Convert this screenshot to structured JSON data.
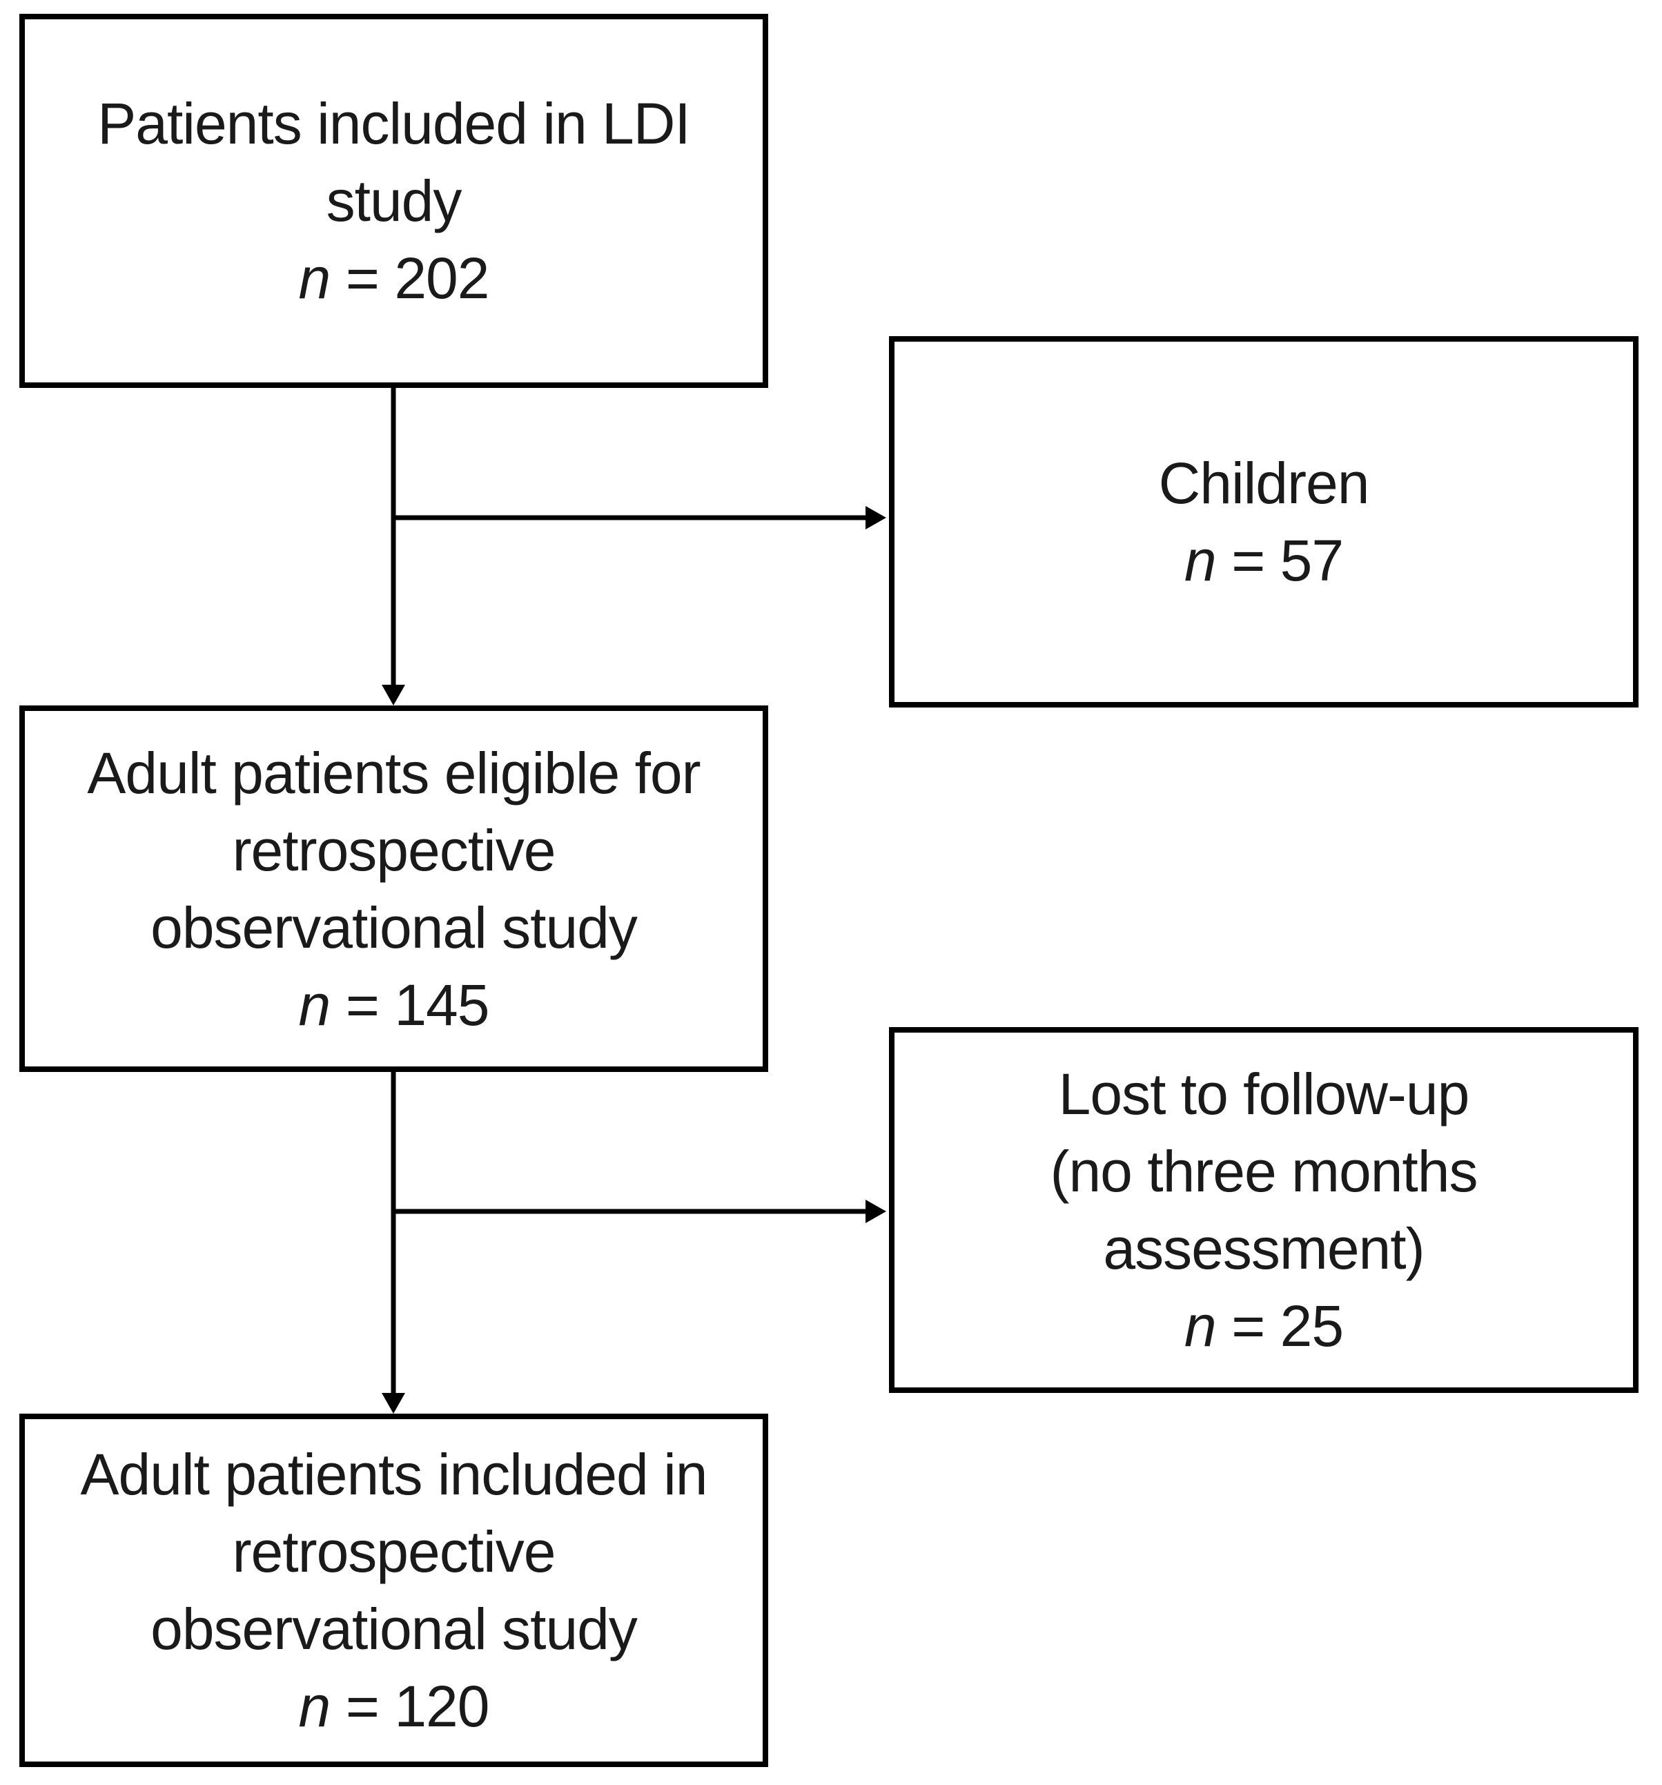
{
  "diagram": {
    "type": "flowchart",
    "colors": {
      "line": "#000000",
      "text": "#1a1a1a",
      "background": "#ffffff"
    },
    "boxes": [
      {
        "id": "ldi-study",
        "lines": [
          "Patients included in LDI",
          "study"
        ],
        "n_italic": "n",
        "n_value": "= 202"
      },
      {
        "id": "children",
        "lines": [
          "Children"
        ],
        "n_italic": "n",
        "n_value": "= 57"
      },
      {
        "id": "eligible",
        "lines": [
          "Adult patients eligible for",
          "retrospective",
          "observational study"
        ],
        "n_italic": "n",
        "n_value": "= 145"
      },
      {
        "id": "lost-to-follow-up",
        "lines": [
          "Lost to follow-up",
          "(no three months",
          "assessment)"
        ],
        "n_italic": "n",
        "n_value": "= 25"
      },
      {
        "id": "included",
        "lines": [
          "Adult patients included in",
          "retrospective",
          "observational study"
        ],
        "n_italic": "n",
        "n_value": "= 120"
      }
    ]
  }
}
